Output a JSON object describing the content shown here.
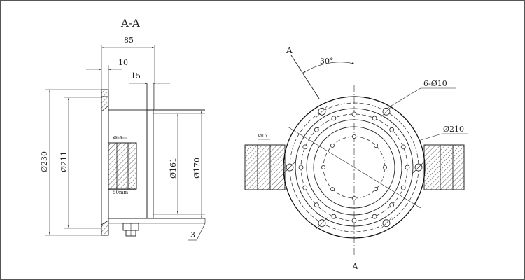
{
  "section_view": {
    "title": "A-A",
    "dims": {
      "d85": "85",
      "d10": "10",
      "d15": "15",
      "dia230": "Ø230",
      "dia211": "Ø211",
      "dia161": "Ø161",
      "dia170": "Ø170",
      "d3": "3",
      "slot_small": "Ø15",
      "slot_width": "50mm"
    }
  },
  "front_view": {
    "cut_label_top": "A",
    "cut_label_bottom": "A",
    "angle": "30°",
    "holes": "6-Ø10",
    "dia210": "Ø210",
    "slot_small": "Ø15"
  }
}
